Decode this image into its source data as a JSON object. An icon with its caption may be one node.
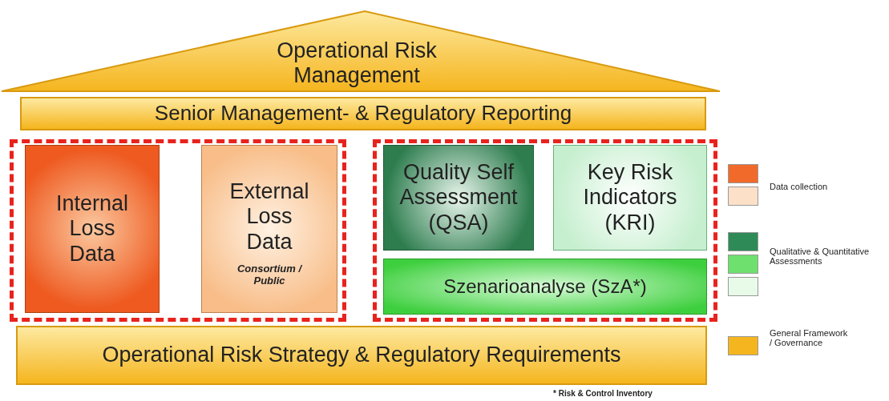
{
  "diagram": {
    "nodes": [
      {
        "text": [
          "Operational Risk Management"
        ]
      },
      {
        "text": [
          "Senior Management- & Regulatory Reporting"
        ]
      },
      {
        "text": [],
        "shape": "box"
      },
      {
        "text": [
          "Internal Loss Data"
        ],
        "in": 2
      },
      {
        "text": [
          "External Loss Data",
          "Consortium / Public"
        ],
        "in": 2
      },
      {
        "text": [],
        "shape": "box"
      },
      {
        "text": [
          "Quality Self Assessment (QSA)"
        ],
        "in": 5
      },
      {
        "text": [
          "Key Risk Indicators (KRI)"
        ],
        "in": 5
      },
      {
        "text": [
          "Szenarioanalyse (SzA*)"
        ],
        "in": 5
      },
      {
        "text": [
          "Operational Risk Strategy & Regulatory Requirements"
        ]
      }
    ],
    "edges": [],
    "labels": [
      "* Risk & Control Inventory"
    ],
    "legend": [
      {
        "text": "Data collection",
        "color": "#f26a2a"
      },
      {
        "text": "Qualitative & Quantitative Assessments",
        "color": "#2e8b57"
      },
      {
        "text": "General Framework / Governance",
        "color": "#f5b51e"
      }
    ]
  }
}
